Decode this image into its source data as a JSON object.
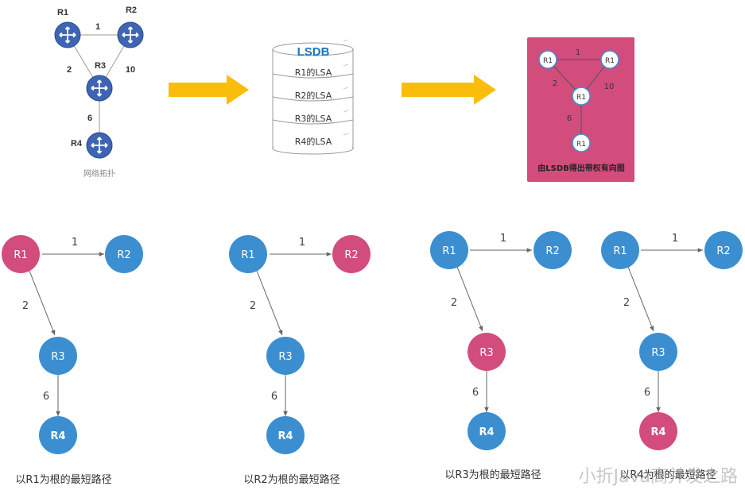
{
  "topology": {
    "routers": [
      "R1",
      "R2",
      "R3",
      "R4"
    ],
    "edges": [
      {
        "from": "R1",
        "to": "R2",
        "cost": "1"
      },
      {
        "from": "R1",
        "to": "R3",
        "cost": "2"
      },
      {
        "from": "R2",
        "to": "R3",
        "cost": "10"
      },
      {
        "from": "R3",
        "to": "R4",
        "cost": "6"
      }
    ],
    "caption": "网络拓扑"
  },
  "lsdb": {
    "title": "LSDB",
    "entries": [
      "R1的LSA",
      "R2的LSA",
      "R3的LSA",
      "R4的LSA"
    ]
  },
  "graph_panel": {
    "nodes": [
      "R1",
      "R1",
      "R1",
      "R1"
    ],
    "edges": [
      "1",
      "2",
      "10",
      "6"
    ],
    "caption": "由LSDB得出带权有向图"
  },
  "trees": [
    {
      "root": "R1",
      "nodes": [
        "R1",
        "R2",
        "R3",
        "R4"
      ],
      "costs": [
        "1",
        "2",
        "6"
      ],
      "caption": "以R1为根的最短路径"
    },
    {
      "root": "R2",
      "nodes": [
        "R1",
        "R2",
        "R3",
        "R4"
      ],
      "costs": [
        "1",
        "2",
        "6"
      ],
      "caption": "以R2为根的最短路径"
    },
    {
      "root": "R3",
      "nodes": [
        "R1",
        "R2",
        "R3",
        "R4"
      ],
      "costs": [
        "1",
        "2",
        "6"
      ],
      "caption": "以R3为根的最短路径"
    },
    {
      "root": "R4",
      "nodes": [
        "R1",
        "R2",
        "R3",
        "R4"
      ],
      "costs": [
        "1",
        "2",
        "6"
      ],
      "caption": "以R4为根的最短路径"
    }
  ],
  "watermark": "小折Java高并发之路",
  "colors": {
    "router_blue": "#3e64b4",
    "node_blue": "#3b8fd1",
    "root_pink": "#d24d7b",
    "panel_pink": "#d24d7b",
    "arrow_yellow": "#fbbd0c",
    "lsdb_title_blue": "#1a74c4"
  }
}
